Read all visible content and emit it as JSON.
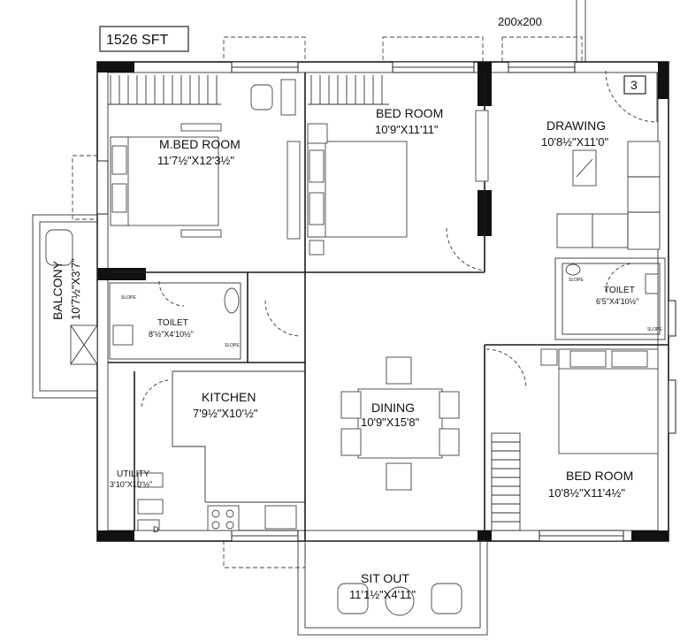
{
  "plan": {
    "area": "1526 SFT",
    "road_note": "200x200",
    "unit_number": "3",
    "rooms": {
      "master_bedroom": {
        "name": "M.BED ROOM",
        "dim": "11'7½\"X12'3½\""
      },
      "bedroom_top": {
        "name": "BED ROOM",
        "dim": "10'9\"X11'11\""
      },
      "drawing": {
        "name": "DRAWING",
        "dim": "10'8½\"X11'0\""
      },
      "balcony": {
        "name": "BALCONY",
        "dim": "10'7½\"X3'7\""
      },
      "toilet_left": {
        "name": "TOILET",
        "dim": "8'½\"X4'10½\""
      },
      "toilet_right": {
        "name": "TOILET",
        "dim": "6'5\"X4'10½\""
      },
      "kitchen": {
        "name": "KITCHEN",
        "dim": "7'9½\"X10'½\""
      },
      "dining": {
        "name": "DINING",
        "dim": "10'9\"X15'8\""
      },
      "utility": {
        "name": "UTILITY",
        "dim": "3'10\"X10'½\""
      },
      "bedroom_bottom": {
        "name": "BED ROOM",
        "dim": "10'8½\"X11'4½\""
      },
      "sitout": {
        "name": "SIT OUT",
        "dim": "11'1½\"X4'11\""
      }
    },
    "fixtures": {
      "slope_marks": [
        "SLOPE",
        "SLOPE",
        "SLOPE",
        "SLOPE"
      ],
      "drain_mark": "D"
    }
  }
}
